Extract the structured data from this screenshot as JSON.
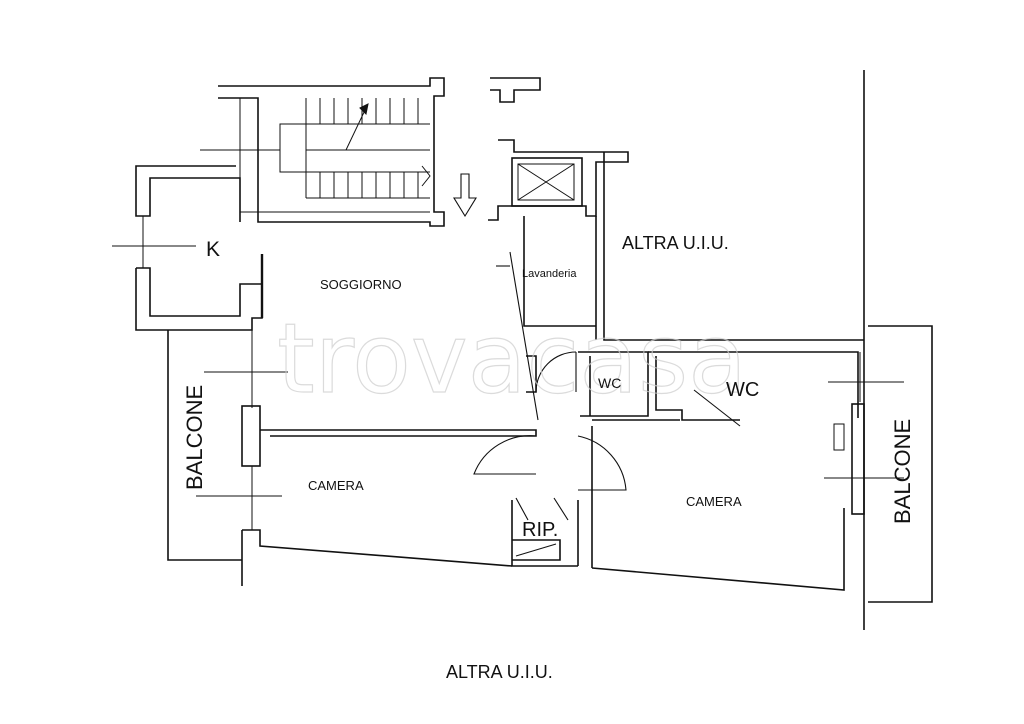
{
  "labels": {
    "kitchen": "K",
    "living": "SOGGIORNO",
    "laundry": "Lavanderia",
    "other_unit_top": "ALTRA U.I.U.",
    "wc_small": "WC",
    "wc_large": "WC",
    "balcony_left": "BALCONE",
    "balcony_right": "BALCONE",
    "bedroom_left": "CAMERA",
    "bedroom_right": "CAMERA",
    "storage": "RIP.",
    "other_unit_bottom": "ALTRA U.I.U."
  },
  "watermark": "trovacasa",
  "icons": {
    "entrance": "arrow-down-icon",
    "elevator": "elevator-icon",
    "stairs": "staircase-icon"
  },
  "colors": {
    "line": "#111111",
    "watermark": "#cfcfcf",
    "background": "#ffffff"
  }
}
